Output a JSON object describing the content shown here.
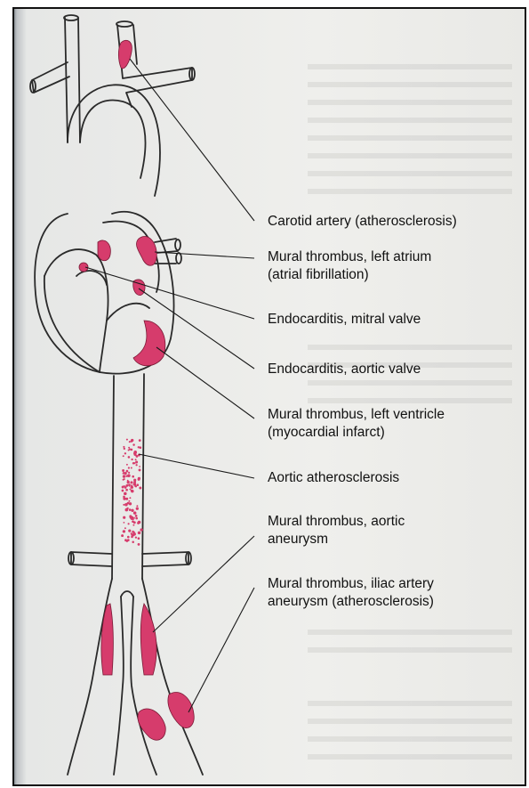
{
  "labels": {
    "carotid": "Carotid artery (atherosclerosis)",
    "left_atrium_1": "Mural thrombus, left atrium",
    "left_atrium_2": "(atrial fibrillation)",
    "mitral": "Endocarditis, mitral valve",
    "aortic_valve": "Endocarditis, aortic valve",
    "left_ventricle_1": "Mural thrombus, left ventricle",
    "left_ventricle_2": "(myocardial infarct)",
    "aortic_athero": "Aortic atherosclerosis",
    "aortic_aneurysm_1": "Mural thrombus, aortic",
    "aortic_aneurysm_2": "aneurysm",
    "iliac_1": "Mural thrombus, iliac artery",
    "iliac_2": "aneurysm (atherosclerosis)"
  },
  "colors": {
    "thrombus": "#d63c6c",
    "outline": "#2a2a2a",
    "page": "#efefec"
  }
}
